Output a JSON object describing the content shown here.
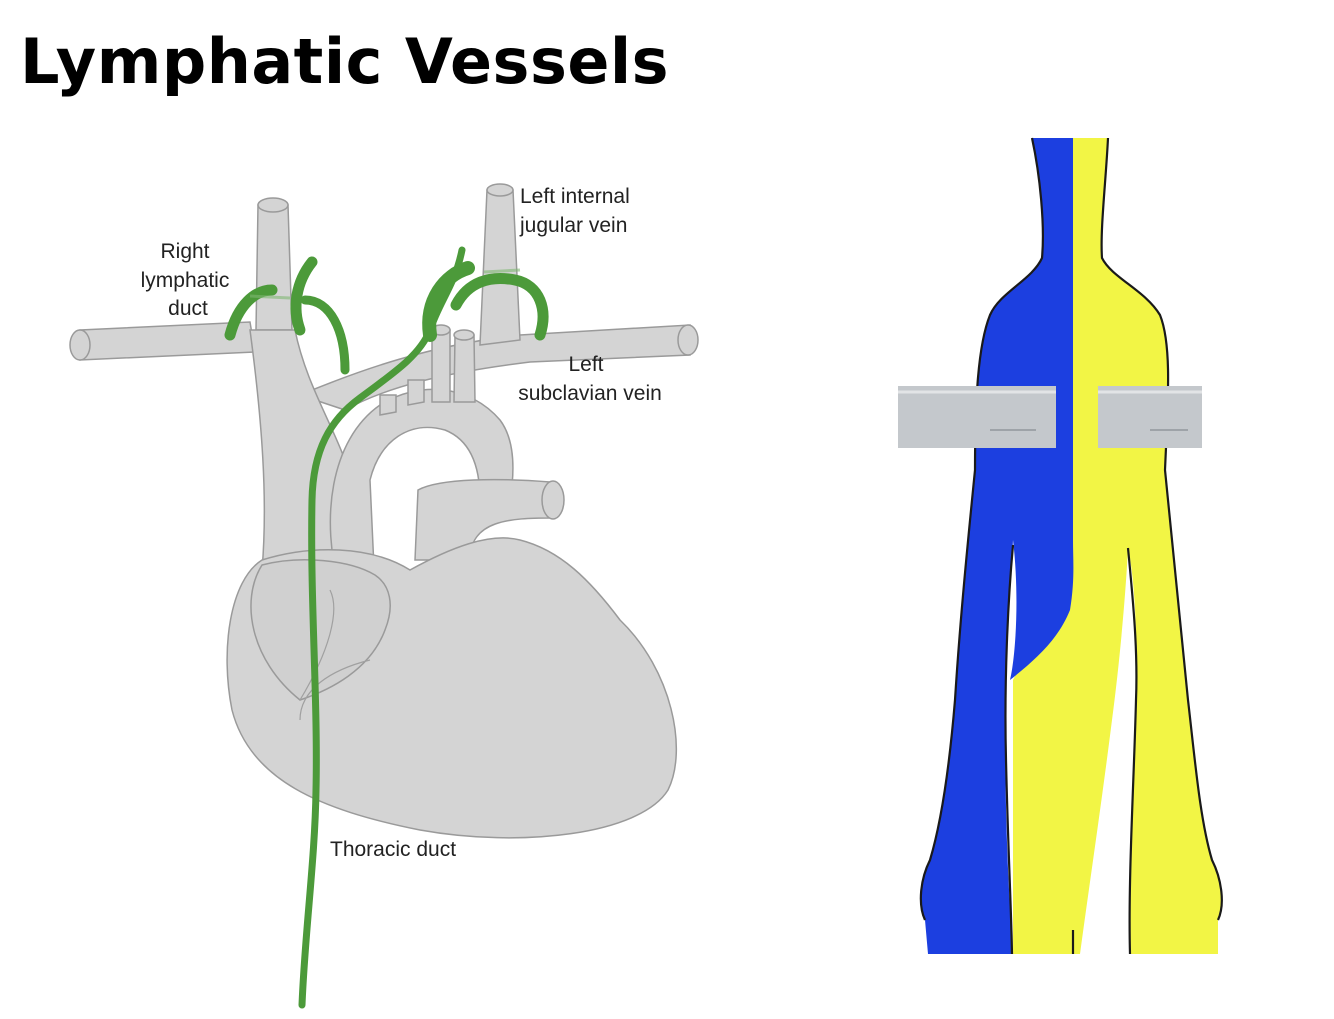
{
  "slide": {
    "title": "Lymphatic Vessels"
  },
  "heart_diagram": {
    "labels": {
      "left_internal_jugular_line1": "Left internal",
      "left_internal_jugular_line2": "jugular vein",
      "right_lymphatic_line1": "Right",
      "right_lymphatic_line2": "lymphatic",
      "right_lymphatic_line3": "duct",
      "left_subclavian_line1": "Left",
      "left_subclavian_line2": "subclavian vein",
      "thoracic_duct": "Thoracic duct"
    },
    "colors": {
      "vessel": "#d4d4d4",
      "vessel_outline": "#9a9a9a",
      "lymph_duct": "#4c9a3a"
    }
  },
  "body_diagram": {
    "colors": {
      "right_drainage_region": "#1c3fe0",
      "left_drainage_region": "#f2f545",
      "vein_band": "#c4c8cc"
    }
  }
}
